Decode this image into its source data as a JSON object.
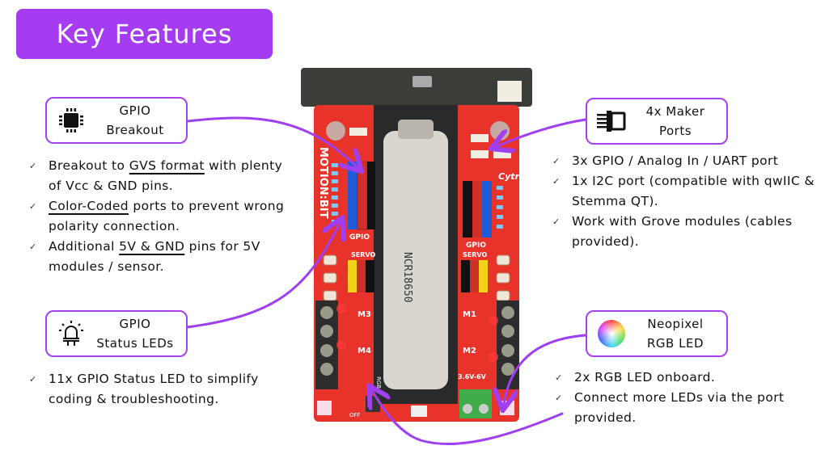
{
  "title": "Key Features",
  "colors": {
    "accent": "#a53cf2",
    "board_red": "#e8332b",
    "battery": "#d9d6cf"
  },
  "callouts": {
    "gpio_breakout": {
      "icon": "chip-icon",
      "line1": "GPIO",
      "line2": "Breakout"
    },
    "maker_ports": {
      "icon": "connector-icon",
      "line1": "4x Maker",
      "line2": "Ports"
    },
    "status_leds": {
      "icon": "led-icon",
      "line1": "GPIO",
      "line2": "Status LEDs"
    },
    "neopixel": {
      "icon": "color-wheel-icon",
      "line1": "Neopixel",
      "line2": "RGB LED"
    }
  },
  "lists": {
    "gpio_breakout": [
      {
        "pre": "Breakout to ",
        "u": "GVS format",
        "post": " with plenty of Vcc & GND pins."
      },
      {
        "pre": "",
        "u": "Color-Coded",
        "post": " ports to prevent wrong polarity connection."
      },
      {
        "pre": "Additional ",
        "u": "5V & GND",
        "post": " pins for 5V modules / sensor."
      }
    ],
    "status_leds": [
      {
        "pre": "11x GPIO Status LED to simplify coding & troubleshooting.",
        "u": "",
        "post": ""
      }
    ],
    "maker_ports": [
      {
        "pre": "3x GPIO / Analog In / UART port",
        "u": "",
        "post": ""
      },
      {
        "pre": "1x I2C port (compatible with qwIIC & Stemma QT).",
        "u": "",
        "post": ""
      },
      {
        "pre": "Work with Grove modules (cables provided).",
        "u": "",
        "post": ""
      }
    ],
    "neopixel": [
      {
        "pre": "2x RGB LED onboard.",
        "u": "",
        "post": ""
      },
      {
        "pre": "Connect more LEDs via the port provided.",
        "u": "",
        "post": ""
      }
    ]
  },
  "board": {
    "name": "MOTION:BIT",
    "brand": "Cytron",
    "battery_label": "NCR18650",
    "gpio_label": "GPIO",
    "servo_label": "SERVO",
    "motors": [
      "M1",
      "M2",
      "M3",
      "M4"
    ],
    "voltage_label": "3.6V-6V",
    "rgb_label": "RGB",
    "off_label": "OFF"
  }
}
